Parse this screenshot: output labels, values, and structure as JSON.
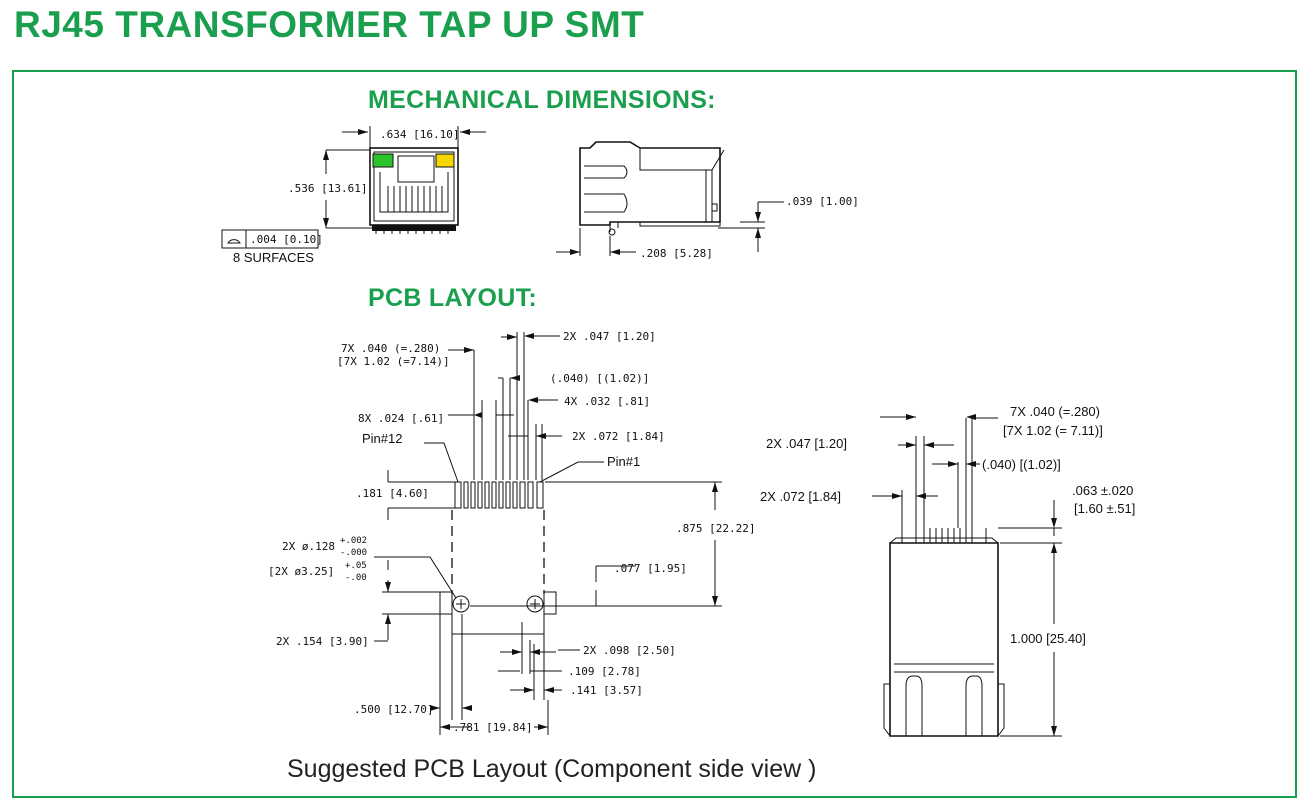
{
  "title": "RJ45 TRANSFORMER TAP UP SMT",
  "colors": {
    "accent": "#1a9f4f",
    "led_green": "#2bc22b",
    "led_yellow": "#f5d800"
  },
  "sections": {
    "mechanical": "MECHANICAL DIMENSIONS:",
    "pcb": "PCB LAYOUT:"
  },
  "mechanical": {
    "front_width": ".634 [16.10]",
    "front_height": ".536 [13.61]",
    "flatness": ".004 [0.10]",
    "flatness_note": "8 SURFACES",
    "side_offset": ".039 [1.00]",
    "side_depth": ".208 [5.28]"
  },
  "pcb": {
    "pitch_7x_in": "7X .040 (=.280)",
    "pitch_7x_mm": "[7X 1.02 (=7.14)]",
    "pin_2x_047": "2X .047 [1.20]",
    "gap_040": "(.040) [(1.02)]",
    "pin_4x_032": "4X .032 [.81]",
    "pin_8x_024": "8X .024 [.61]",
    "pin_2x_072": "2X .072 [1.84]",
    "pin12": "Pin#12",
    "pin1": "Pin#1",
    "row_181": ".181 [4.60]",
    "depth_875": ".875 [22.22]",
    "hole_label": "2X ø.128",
    "hole_tol_plus": "+.002",
    "hole_tol_minus": "-.000",
    "hole_label_mm": "[2X ø3.25]",
    "hole_tol_mm_plus": "+.05",
    "hole_tol_mm_minus": "-.00",
    "offset_077": ".077 [1.95]",
    "hole_154": "2X .154 [3.90]",
    "hole_098": "2X .098 [2.50]",
    "dim_109": ".109 [2.78]",
    "dim_141": ".141 [3.57]",
    "dim_500": ".500 [12.70]",
    "dim_781": ".781 [19.84]"
  },
  "top_view": {
    "pitch_7x_in": "7X .040 (=.280)",
    "pitch_7x_mm": "[7X 1.02 (= 7.11)]",
    "pin_2x_047": "2X .047 [1.20]",
    "gap_040": "(.040) [(1.02)]",
    "pin_2x_072": "2X .072 [1.84]",
    "lead_063": ".063 ±.020",
    "lead_063_mm": "[1.60 ±.51]",
    "length_1000": "1.000 [25.40]"
  },
  "caption": "Suggested PCB Layout (Component side view )"
}
